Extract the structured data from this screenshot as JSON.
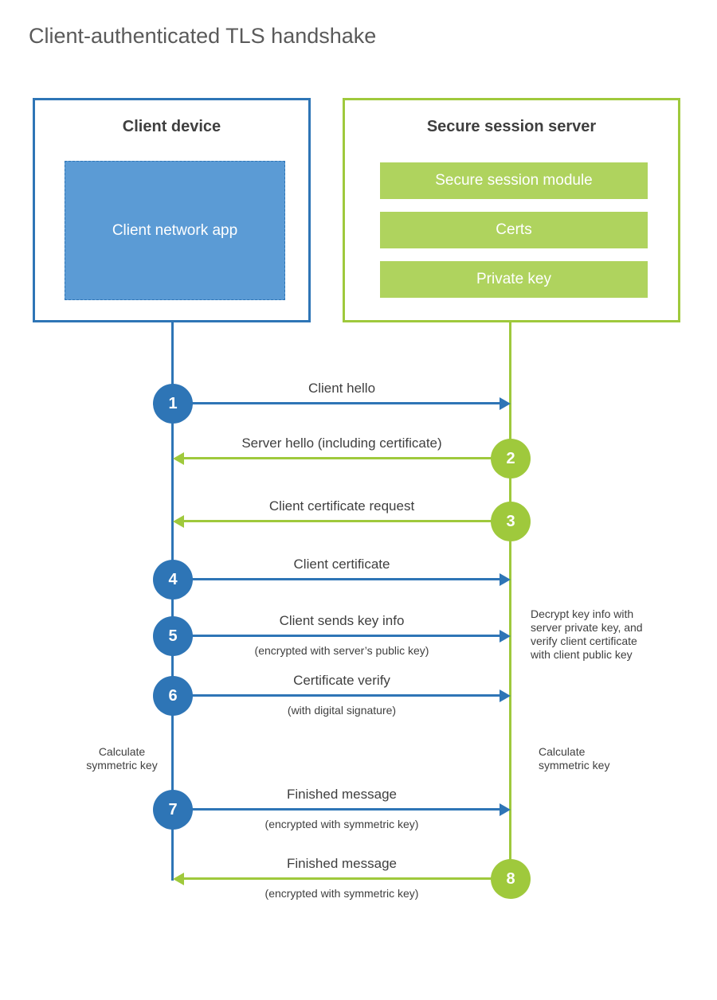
{
  "title": "Client-authenticated TLS handshake",
  "client_box": {
    "title": "Client device",
    "app_label": "Client network app"
  },
  "server_box": {
    "title": "Secure session server",
    "bars": [
      "Secure session module",
      "Certs",
      "Private key"
    ]
  },
  "steps": [
    {
      "num": "1",
      "direction": "client-to-server",
      "label": "Client hello",
      "sub": ""
    },
    {
      "num": "2",
      "direction": "server-to-client",
      "label": "Server hello (including certificate)",
      "sub": ""
    },
    {
      "num": "3",
      "direction": "server-to-client",
      "label": "Client certificate request",
      "sub": ""
    },
    {
      "num": "4",
      "direction": "client-to-server",
      "label": "Client certificate",
      "sub": ""
    },
    {
      "num": "5",
      "direction": "client-to-server",
      "label": "Client sends key info",
      "sub": "(encrypted with server’s public key)"
    },
    {
      "num": "6",
      "direction": "client-to-server",
      "label": "Certificate verify",
      "sub": "(with digital signature)"
    },
    {
      "num": "7",
      "direction": "client-to-server",
      "label": "Finished message",
      "sub": "(encrypted with symmetric key)"
    },
    {
      "num": "8",
      "direction": "server-to-client",
      "label": "Finished message",
      "sub": "(encrypted with symmetric key)"
    }
  ],
  "annotations": {
    "client_calculate": "Calculate\nsymmetric key",
    "server_decrypt": "Decrypt key info with\nserver private key, and\nverify client certificate\nwith client public key",
    "server_calculate": "Calculate\nsymmetric key"
  },
  "colors": {
    "blue": "#2e75b6",
    "blue_fill": "#5b9bd5",
    "green": "#9fc93c",
    "green_fill": "#afd35e",
    "text_dark": "#3f3f3f",
    "title_gray": "#5a5a5a"
  }
}
